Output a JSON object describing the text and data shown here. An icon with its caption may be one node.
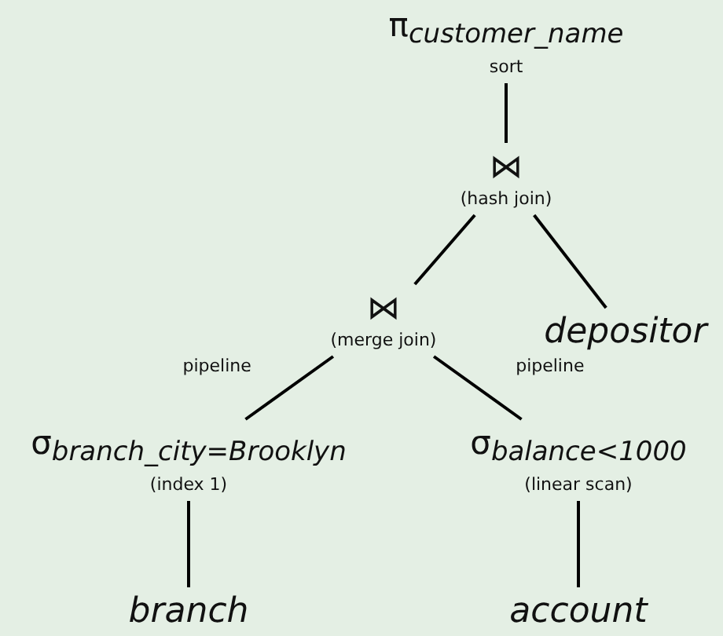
{
  "diagram": {
    "nodes": [
      {
        "text": [
          "π$_{customer_name}$",
          "sort"
        ]
      },
      {
        "text": [
          "⋈",
          "(hash join)"
        ]
      },
      {
        "text": [
          "⋈",
          "(merge join)"
        ]
      },
      {
        "text": [
          "depositor"
        ]
      },
      {
        "text": [
          "σ$_{branch_city=Brooklyn}$",
          "(index 1)"
        ]
      },
      {
        "text": [
          "σ$_{balance<1000}$",
          "(linear scan)"
        ]
      },
      {
        "text": [
          "branch"
        ]
      },
      {
        "text": [
          "account"
        ]
      }
    ],
    "edges": [
      {
        "from": 0,
        "to": 1,
        "arrow": "none"
      },
      {
        "from": 1,
        "to": 2,
        "arrow": "none"
      },
      {
        "from": 1,
        "to": 3,
        "arrow": "none"
      },
      {
        "from": 2,
        "to": 4,
        "label": "pipeline",
        "arrow": "none"
      },
      {
        "from": 2,
        "to": 5,
        "label": "pipeline",
        "arrow": "none"
      },
      {
        "from": 4,
        "to": 6,
        "arrow": "none"
      },
      {
        "from": 5,
        "to": 7,
        "arrow": "none"
      }
    ]
  }
}
